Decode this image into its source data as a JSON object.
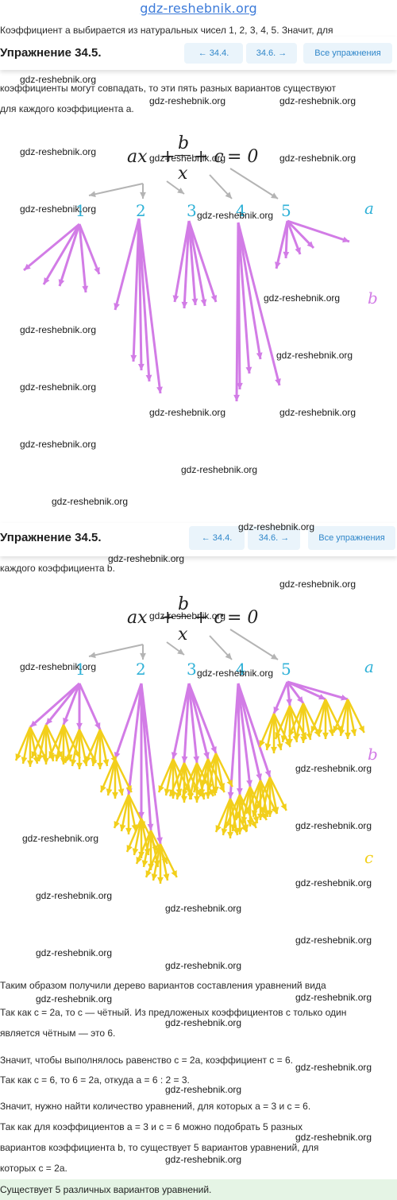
{
  "site": "gdz-reshebnik.org",
  "intro": {
    "top_line": "Коэффициент a выбирается из натуральных чисел 1, 2, 3, 4, 5. Значит, для",
    "line2": "коэффициенты могут совпадать, то эти пять разных вариантов существуют",
    "line3": "для каждого коэффициента a.",
    "line_b": "каждого коэффициента b."
  },
  "header": {
    "title": "Упражнение 34.5.",
    "prev_label": "←  34.4.",
    "next_label": "34.6.  →",
    "all_label": "Все упражнения"
  },
  "equation": {
    "left": "ax",
    "top": "b",
    "plus1": "+",
    "bottom": "x",
    "plus2": "+ c",
    "rhs": "= 0"
  },
  "tree": {
    "values": [
      "1",
      "2",
      "3",
      "4",
      "5"
    ],
    "labels": {
      "a": "a",
      "b": "b",
      "c": "c"
    },
    "colors": {
      "gray": "#b4b4b4",
      "a": "#2fb1d7",
      "b": "#d27ce6",
      "c": "#f2cf1b"
    }
  },
  "body_lines": [
    "Таким образом получили дерево вариантов составления уравнений вида",
    "Так как c = 2a, то c — чётный. Из предложеных коэффициентов c только один",
    "является чётным — это 6.",
    "Значит, чтобы выполнялось равенство c = 2a, коэффициент c = 6.",
    "Так как c = 6, то 6 = 2a, откуда a = 6 : 2 = 3.",
    "Значит, нужно найти количество уравнений, для которых a = 3 и c = 6.",
    "Так как для коэффициентов a = 3 и c = 6 можно подобрать 5 разных",
    "вариантов коэффициента b, то существует 5 вариантов уравнений, для",
    "которых c = 2a."
  ],
  "answer": "Существует 5 различных вариантов уравнений.",
  "watermark": "gdz-reshebnik.org"
}
